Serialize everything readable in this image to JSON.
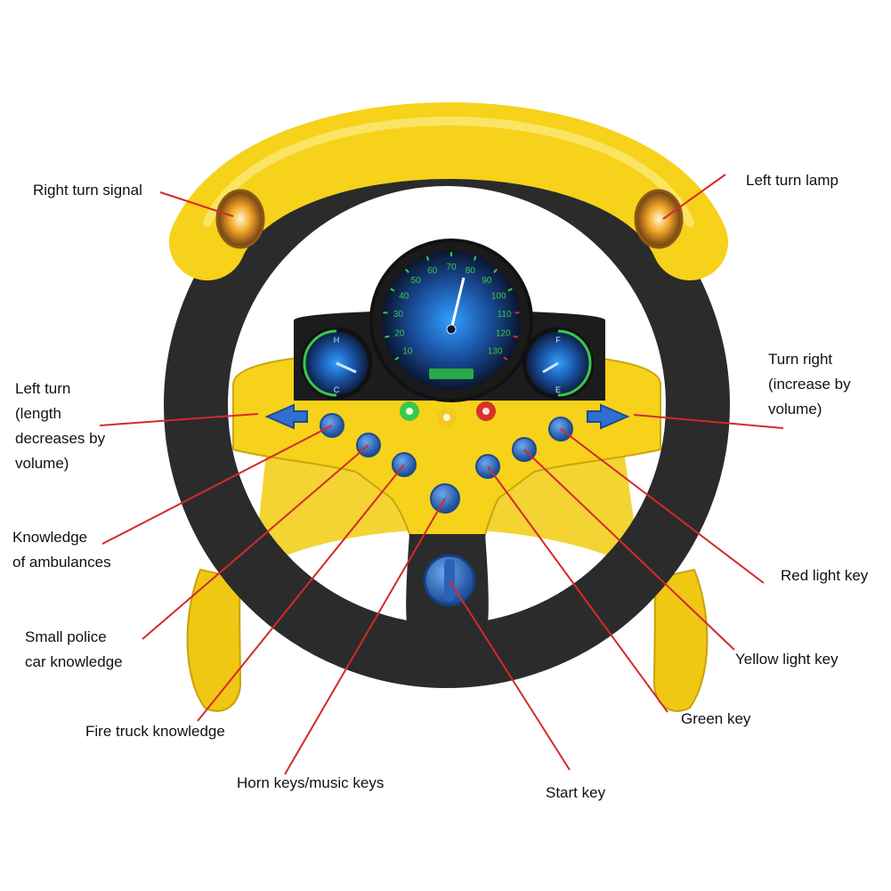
{
  "colors": {
    "wheel_yellow": "#f6d21a",
    "grip_black": "#2b2b2b",
    "dash_blue": "#2f6fd0",
    "leader_red": "#d42a2a",
    "gauge_green": "#39c84a"
  },
  "speedometer": {
    "ticks": [
      "10",
      "20",
      "30",
      "40",
      "50",
      "60",
      "70",
      "80",
      "90",
      "100",
      "110",
      "120",
      "130"
    ]
  },
  "gauges": {
    "left": {
      "top": "H",
      "bottom": "C"
    },
    "right": {
      "top": "F",
      "bottom": "E"
    }
  },
  "labels": {
    "right_turn_signal": "Right turn signal",
    "left_turn_lamp": "Left turn lamp",
    "left_turn": "Left turn\n (length\ndecreases by\nvolume)",
    "turn_right": "Turn right\n(increase by\nvolume)",
    "knowledge_ambulances": "Knowledge\nof ambulances",
    "small_police": "Small police\ncar knowledge",
    "fire_truck": "Fire truck knowledge",
    "horn_keys": "Horn keys/music keys",
    "start_key": "Start key",
    "green_key": "Green key",
    "yellow_light_key": "Yellow light key",
    "red_light_key": "Red light key"
  }
}
